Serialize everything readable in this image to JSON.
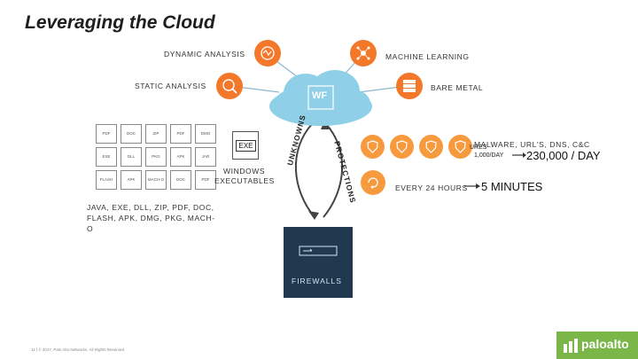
{
  "title": "Leveraging the Cloud",
  "analysis": {
    "dynamic": "DYNAMIC ANALYSIS",
    "machine_learning": "MACHINE LEARNING",
    "static": "STATIC ANALYSIS",
    "bare_metal": "BARE METAL"
  },
  "cloud": {
    "badge": "WF"
  },
  "docs": {
    "file_types": "JAVA, EXE, DLL, ZIP, PDF, DOC, FLASH, APK, DMG, PKG, MACH-O",
    "windows_exe_line1": "WINDOWS",
    "windows_exe_line2": "EXECUTABLES",
    "exe_badge": "EXE",
    "tiles": [
      "PDF",
      "DOC",
      "ZIP",
      "PDF",
      "DMG",
      "EXE",
      "DLL",
      "PKG",
      "APK",
      "JAR",
      "FLASH",
      "APK",
      "MACH-O",
      "DOC",
      "PDF"
    ]
  },
  "arc": {
    "left": "UNKNOWNS",
    "right": "PROTECTIONS"
  },
  "protections": {
    "types": "MALWARE, URL'S, DNS, C&C",
    "overlap": "URES",
    "old_rate": "1,000/DAY",
    "new_rate": "230,000 / DAY",
    "old_interval": "EVERY 24 HOURS",
    "new_interval": "5 MINUTES"
  },
  "firewalls": {
    "label": "FIREWALLS"
  },
  "footer": {
    "copyright": "11 | © 2017, Palo Alto Networks. All Rights Reserved.",
    "logo": "paloalto"
  },
  "colors": {
    "orange": "#f4782a",
    "light_orange": "#f79a3e",
    "navy": "#21394f",
    "cloud": "#8fd0e8",
    "logo_green": "#7ab648"
  }
}
